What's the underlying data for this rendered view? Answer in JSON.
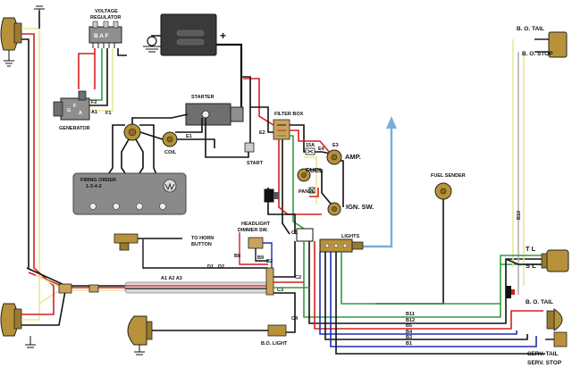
{
  "labels": {
    "voltage_regulator_line1": "VOLTAGE",
    "voltage_regulator_line2": "REGULATOR",
    "regulator_terminals": "B A F",
    "generator": "GENERATOR",
    "gen_f": "F",
    "gen_a": "A",
    "gen_g": "G",
    "gen_f1": "F1",
    "gen_f2": "F2",
    "gen_a1": "A1",
    "starter": "STARTER",
    "filter_box": "FILTER BOX",
    "coil": "COIL",
    "start": "START",
    "e1": "E1",
    "e2": "E2",
    "e3": "E3",
    "e4": "E4",
    "amp": "AMP.",
    "fuel": "FUEL",
    "panel": "PANEL",
    "ign_sw": "IGN. SW.",
    "fuse_15a": "15A",
    "fuel_sender": "FUEL SENDER",
    "firing_order_line1": "FIRING ORDER",
    "firing_order_line2": "1-3-4-2",
    "to_horn_line1": "TO HORN",
    "to_horn_line2": "BUTTON",
    "headlight_dimmer_line1": "HEADLIGHT",
    "headlight_dimmer_line2": "DIMMER SW.",
    "lights": "LIGHTS",
    "bo_light": "B.O. LIGHT",
    "bo_tail_top": "B. O. TAIL",
    "bo_stop_top": "B. O. STOP",
    "bo_tail_bottom": "B. O. TAIL",
    "serv_tail": "SERV. TAIL",
    "serv_stop": "SERV. STOP",
    "tl": "T L",
    "sl": "S L",
    "b10": "B10",
    "b11": "B11",
    "b12": "B12",
    "b5": "B5",
    "b4": "B4",
    "b3": "B3",
    "b2": "B2",
    "b1": "B1",
    "b9": "B9",
    "b8": "B8",
    "c1": "C1",
    "c2": "C2",
    "c3": "C3",
    "c4": "C4",
    "d1": "D1",
    "d2": "D2",
    "a_row": "A1  A2  A3",
    "plus": "+"
  },
  "colors": {
    "wire_black": "#111111",
    "wire_red": "#d32020",
    "wire_green": "#2e9e3e",
    "wire_yellow": "#e7e79a",
    "wire_blue": "#1d2fb0",
    "wire_gray": "#b0b0b0",
    "component_tan": "#b8923a",
    "arrow_blue": "#7aaed8"
  }
}
